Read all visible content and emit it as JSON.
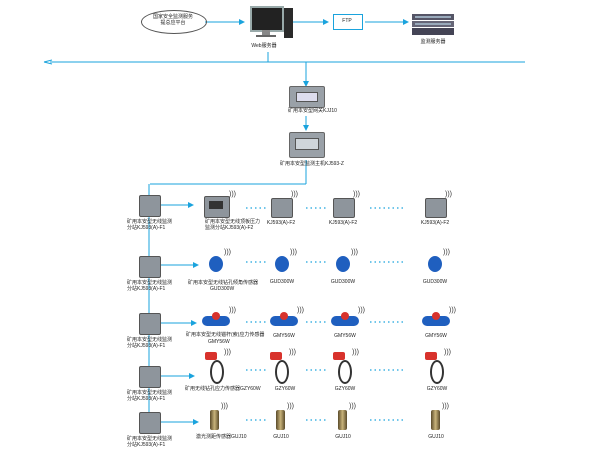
{
  "colors": {
    "link": "#1aa3dd",
    "device_body": "#8e959c",
    "sensor_blue": "#1f5fbf",
    "sensor_red": "#d8322c"
  },
  "top": {
    "platform_label": "国家安全监测服务\n提总应平台",
    "web_server_label": "Web服务器",
    "ftp_label": "FTP",
    "monitor_server_label": "监测服务器"
  },
  "core": {
    "gateway_label": "矿用本安型网关KJJ10",
    "host_label": "矿用本安型监测主机KJ593-Z"
  },
  "rows": [
    {
      "left_label": "矿用本安型无线监测\n分站KJ593(A)-F1",
      "devices": [
        "矿用本安型无线顶板压力\n监测分站KJ593(A)-F2",
        "KJ593(A)-F2",
        "KJ593(A)-F2",
        "KJ593(A)-F2"
      ]
    },
    {
      "left_label": "矿用本安型无线监测\n分站KJ593(A)-F1",
      "devices": [
        "GUD300W",
        "GUD300W",
        "GUD300W",
        "GUD300W"
      ],
      "caption": "矿用本安型无线钻孔倾角传感器"
    },
    {
      "left_label": "矿用本安型无线监测\n分站KJ593(A)-F1",
      "devices": [
        "GMY56W",
        "GMY56W",
        "GMY56W",
        "GMY56W"
      ],
      "caption": "矿用本安型无线锚杆(索)应力传感器"
    },
    {
      "left_label": "矿用本安型无线监测\n分站KJ593(A)-F1",
      "devices": [
        "GZY60W",
        "GZY60W",
        "GZY60W",
        "GZY60W"
      ],
      "caption": "矿用无线钻孔应力传感器GZY60W"
    },
    {
      "left_label": "矿用本安型无线监测\n分站KJ593(A)-F1",
      "devices": [
        "GUJ10",
        "GUJ10",
        "GUJ10",
        "GUJ10"
      ],
      "caption": "激光测距传感器GUJ10"
    }
  ]
}
